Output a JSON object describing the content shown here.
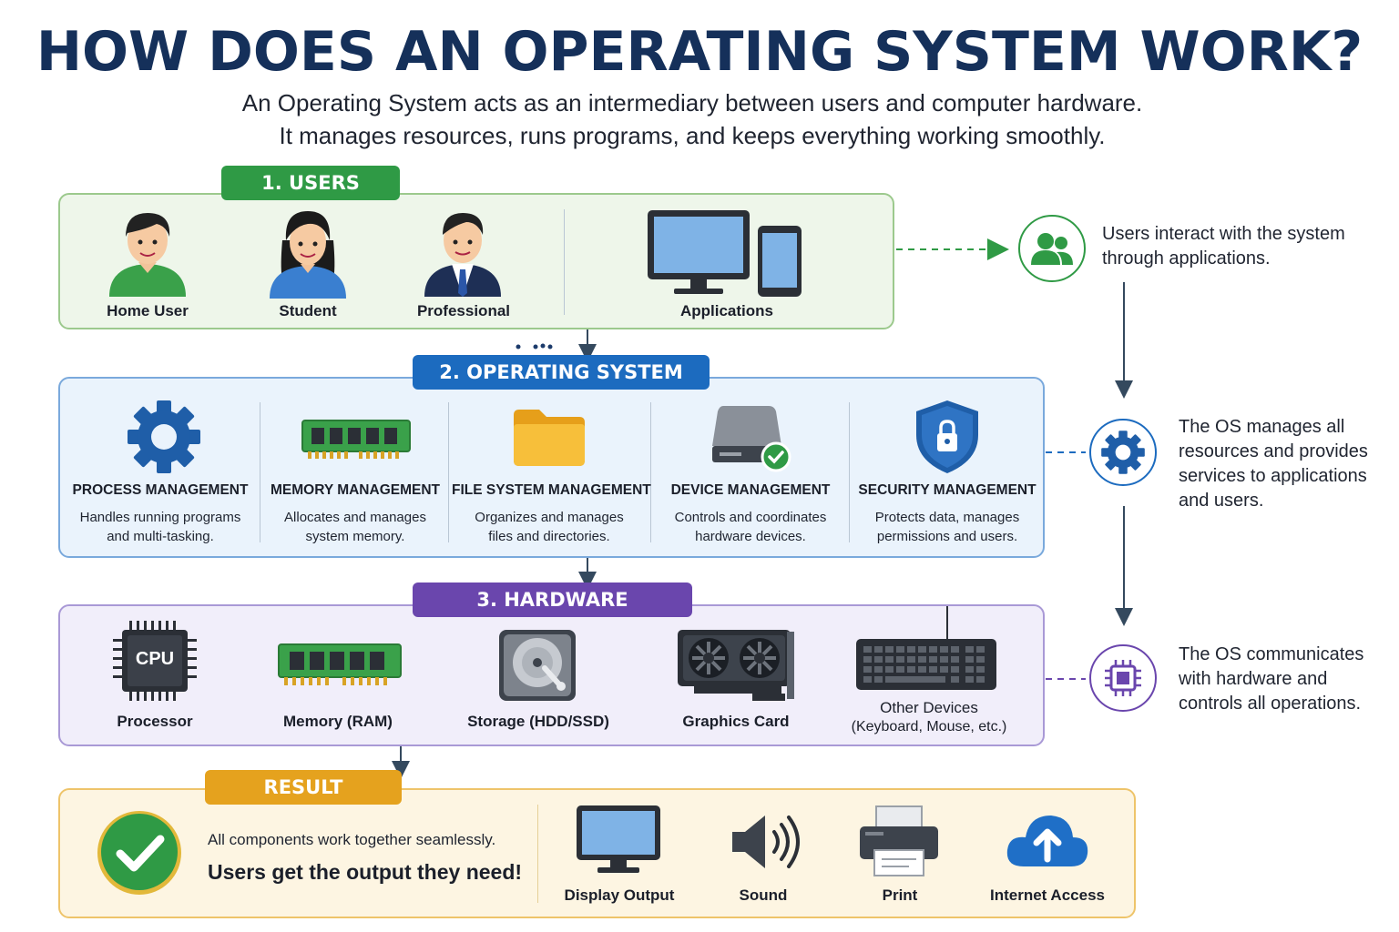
{
  "title": "HOW DOES AN OPERATING SYSTEM WORK?",
  "subtitle_lines": [
    "An Operating System acts as an intermediary between users and computer hardware.",
    "It manages resources, runs programs, and keeps everything working smoothly."
  ],
  "users": {
    "tag": "1. USERS",
    "items": [
      "Home User",
      "Student",
      "Professional",
      "Applications"
    ]
  },
  "os": {
    "tag": "2. OPERATING SYSTEM",
    "modules": [
      {
        "title": "PROCESS MANAGEMENT",
        "desc": [
          "Handles running programs",
          "and multi-tasking."
        ]
      },
      {
        "title": "MEMORY MANAGEMENT",
        "desc": [
          "Allocates and manages",
          "system memory."
        ]
      },
      {
        "title": "FILE SYSTEM MANAGEMENT",
        "desc": [
          "Organizes and manages",
          "files and directories."
        ]
      },
      {
        "title": "DEVICE MANAGEMENT",
        "desc": [
          "Controls and coordinates",
          "hardware devices."
        ]
      },
      {
        "title": "SECURITY MANAGEMENT",
        "desc": [
          "Protects data, manages",
          "permissions and users."
        ]
      }
    ]
  },
  "hardware": {
    "tag": "3. HARDWARE",
    "cpu_chip_text": "CPU",
    "items": [
      "Processor",
      "Memory (RAM)",
      "Storage (HDD/SSD)",
      "Graphics Card"
    ],
    "other": [
      "Other Devices",
      "(Keyboard, Mouse, etc.)"
    ]
  },
  "result": {
    "tag": "RESULT",
    "line1": "All components work together seamlessly.",
    "line2": "Users get the output they need!",
    "outputs": [
      "Display Output",
      "Sound",
      "Print",
      "Internet Access"
    ]
  },
  "side_notes": [
    [
      "Users interact with the system",
      "through applications."
    ],
    [
      "The OS manages all",
      "resources and provides",
      "services to applications",
      "and users."
    ],
    [
      "The OS communicates",
      "with hardware and",
      "controls all operations."
    ]
  ],
  "colors": {
    "users": "#2f9a45",
    "os": "#1c6bbf",
    "hardware": "#6a46ad",
    "result": "#e5a21e",
    "title": "#15305a"
  }
}
